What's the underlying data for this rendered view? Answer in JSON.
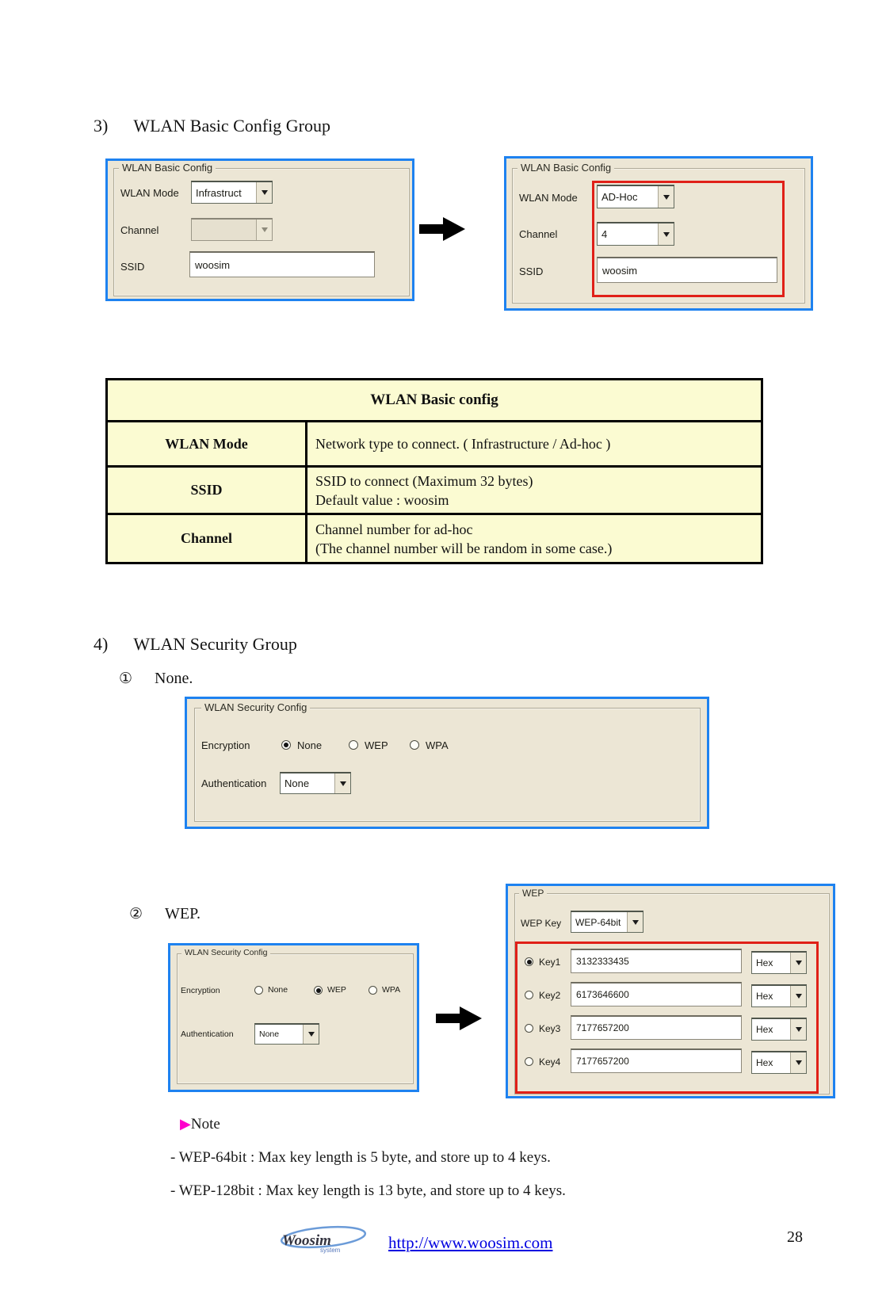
{
  "section3": {
    "number": "3)",
    "title": "WLAN Basic Config Group",
    "before": {
      "group_title": "WLAN Basic Config",
      "wlan_mode_label": "WLAN Mode",
      "wlan_mode_value": "Infrastruct",
      "channel_label": "Channel",
      "channel_value": "",
      "ssid_label": "SSID",
      "ssid_value": "woosim"
    },
    "after": {
      "group_title": "WLAN Basic Config",
      "wlan_mode_label": "WLAN Mode",
      "wlan_mode_value": "AD-Hoc",
      "channel_label": "Channel",
      "channel_value": "4",
      "ssid_label": "SSID",
      "ssid_value": "woosim"
    },
    "table": {
      "header": "WLAN Basic config",
      "rows": [
        {
          "name": "WLAN Mode",
          "line1": "Network type to connect. ( Infrastructure / Ad-hoc )",
          "line2": ""
        },
        {
          "name": "SSID",
          "line1": "SSID to connect (Maximum 32 bytes)",
          "line2": "Default value : woosim"
        },
        {
          "name": "Channel",
          "line1": "Channel number for ad-hoc",
          "line2": "(The channel number will be random in some case.)"
        }
      ]
    }
  },
  "section4": {
    "number": "4)",
    "title": "WLAN Security Group",
    "item_none": {
      "marker": "①",
      "label": "None."
    },
    "item_wep": {
      "marker": "②",
      "label": "WEP."
    },
    "sec_none": {
      "group_title": "WLAN Security Config",
      "encryption_label": "Encryption",
      "opt_none": "None",
      "opt_wep": "WEP",
      "opt_wpa": "WPA",
      "auth_label": "Authentication",
      "auth_value": "None"
    },
    "sec_wep": {
      "group_title": "WLAN Security Config",
      "encryption_label": "Encryption",
      "opt_none": "None",
      "opt_wep": "WEP",
      "opt_wpa": "WPA",
      "auth_label": "Authentication",
      "auth_value": "None"
    },
    "wep_box": {
      "group_title": "WEP",
      "wep_key_label": "WEP Key",
      "wep_key_value": "WEP-64bit",
      "keys": [
        {
          "label": "Key1",
          "value": "3132333435",
          "format": "Hex"
        },
        {
          "label": "Key2",
          "value": "6173646600",
          "format": "Hex"
        },
        {
          "label": "Key3",
          "value": "7177657200",
          "format": "Hex"
        },
        {
          "label": "Key4",
          "value": "7177657200",
          "format": "Hex"
        }
      ]
    },
    "note": {
      "marker": "▶",
      "title": "Note",
      "line1": "- WEP-64bit : Max key length is 5 byte, and store up to 4 keys.",
      "line2": "- WEP-128bit : Max key length is 13 byte, and store up to 4 keys."
    }
  },
  "footer": {
    "logo_main": "Woosim",
    "logo_sub": "system",
    "link": "http://www.woosim.com",
    "page_number": "28"
  },
  "colors": {
    "dialog_border_blue": "#1e82f0",
    "dialog_bg_beige": "#ece6d5",
    "highlight_red": "#e02018",
    "table_bg_yellow": "#fbfbd2",
    "link_blue": "#0000e0",
    "note_magenta": "#ff00cc"
  }
}
